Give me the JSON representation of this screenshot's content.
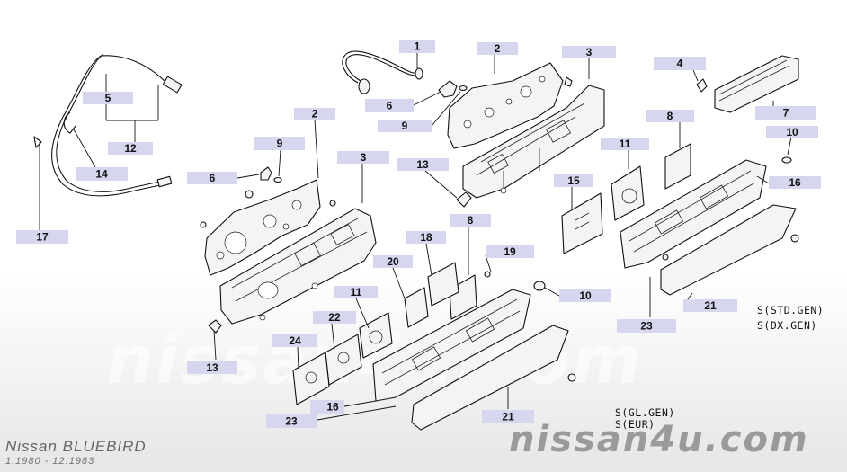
{
  "watermark": {
    "center": "nissan4u.com",
    "bottom": "nissan4u.com"
  },
  "brand": {
    "model": "Nissan BLUEBIRD",
    "dates": "1.1980 - 12.1983"
  },
  "variants": {
    "top_right": [
      "S(STD.GEN)",
      "S(DX.GEN)"
    ],
    "bottom": [
      "S(GL.GEN)",
      "S(EUR)"
    ]
  },
  "callouts": {
    "c1": "1",
    "c2a": "2",
    "c2b": "2",
    "c3a": "3",
    "c3b": "3",
    "c4": "4",
    "c5": "5",
    "c6a": "6",
    "c6b": "6",
    "c7": "7",
    "c8a": "8",
    "c8b": "8",
    "c9a": "9",
    "c9b": "9",
    "c10a": "10",
    "c10b": "10",
    "c11a": "11",
    "c11b": "11",
    "c12": "12",
    "c13a": "13",
    "c13b": "13",
    "c14": "14",
    "c15": "15",
    "c16a": "16",
    "c16b": "16",
    "c17": "17",
    "c18": "18",
    "c19": "19",
    "c20": "20",
    "c21a": "21",
    "c21b": "21",
    "c22": "22",
    "c23a": "23",
    "c23b": "23",
    "c24": "24"
  },
  "colors": {
    "callout_box": "#d6d6ef",
    "line": "#111111",
    "watermark": "#9a9a9a"
  }
}
